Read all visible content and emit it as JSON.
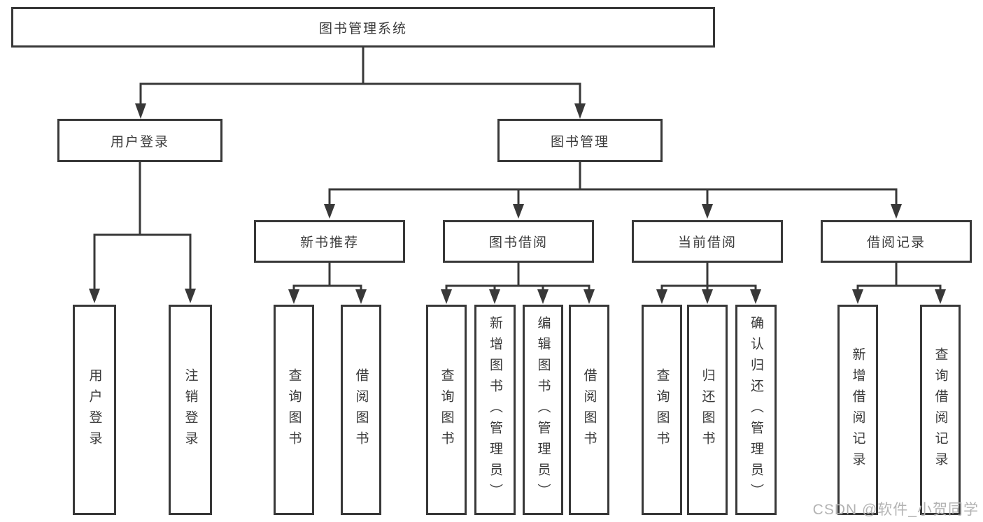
{
  "diagram_type": "hierarchy-tree",
  "colors": {
    "background": "#ffffff",
    "line": "#383838",
    "box_border": "#383838",
    "text": "#3a3a3a",
    "watermark": "#b3b3b3"
  },
  "tree": {
    "label": "图书管理系统",
    "children": [
      {
        "label": "用户登录",
        "children": [
          {
            "label": "用户登录"
          },
          {
            "label": "注销登录"
          }
        ]
      },
      {
        "label": "图书管理",
        "children": [
          {
            "label": "新书推荐",
            "children": [
              {
                "label": "查询图书"
              },
              {
                "label": "借阅图书"
              }
            ]
          },
          {
            "label": "图书借阅",
            "children": [
              {
                "label": "查询图书"
              },
              {
                "label": "新增图书（管理员）"
              },
              {
                "label": "编辑图书（管理员）"
              },
              {
                "label": "借阅图书"
              }
            ]
          },
          {
            "label": "当前借阅",
            "children": [
              {
                "label": "查询图书"
              },
              {
                "label": "归还图书"
              },
              {
                "label": "确认归还（管理员）"
              }
            ]
          },
          {
            "label": "借阅记录",
            "children": [
              {
                "label": "新增借阅记录"
              },
              {
                "label": "查询借阅记录"
              }
            ]
          }
        ]
      }
    ]
  },
  "watermark": {
    "text": "CSDN @软件_小贺同学"
  }
}
